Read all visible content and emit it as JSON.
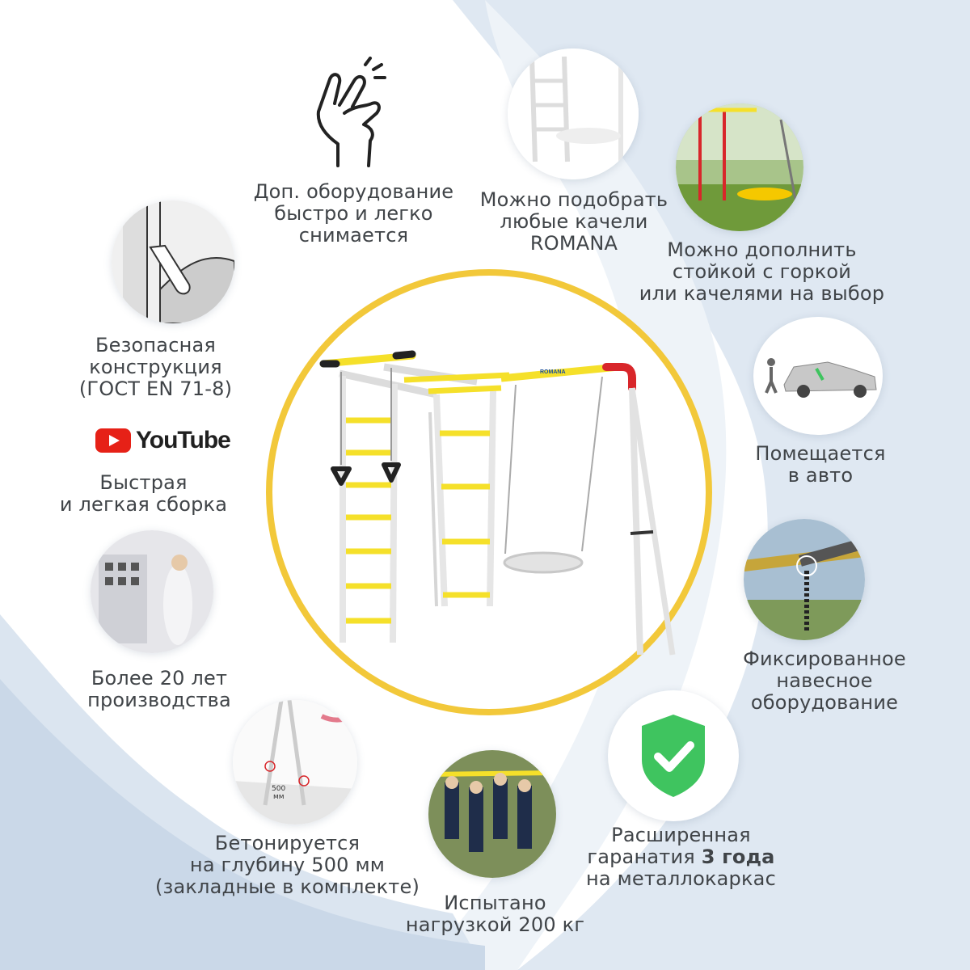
{
  "features": {
    "removable": [
      "Доп. оборудование",
      "быстро и легко",
      "снимается"
    ],
    "swings": [
      "Можно подобрать",
      "любые качели",
      "ROMANA"
    ],
    "extend": [
      "Можно дополнить",
      "стойкой с горкой",
      "или качелями на выбор"
    ],
    "safe": [
      "Безопасная",
      "конструкция",
      "(ГОСТ EN 71-8)"
    ],
    "assembly": [
      "Быстрая",
      "и легкая сборка"
    ],
    "car": [
      "Помещается",
      "в авто"
    ],
    "years": [
      "Более 20 лет",
      "производства"
    ],
    "fixed": [
      "Фиксированное",
      "навесное",
      "оборудование"
    ],
    "concrete": [
      "Бетонируется",
      "на глубину 500 мм",
      "(закладные в комплекте)"
    ],
    "tested": [
      "Испытано",
      "нагрузкой 200 кг"
    ],
    "warranty": {
      "line1": "Расширенная",
      "line2_prefix": "гаранатия ",
      "line2_bold": "3 года",
      "line3": "на металлокаркас"
    }
  },
  "youtube_label": "YouTube",
  "brand_on_bar": "ROMANA",
  "depth_label": [
    "500",
    "мм"
  ],
  "colors": {
    "accent_yellow": "#f2c83a",
    "bar_yellow": "#f5e02a",
    "red": "#d8262a",
    "shield_green": "#3fc45f",
    "text": "#404448",
    "bg_blue": "#dfe8f2"
  }
}
